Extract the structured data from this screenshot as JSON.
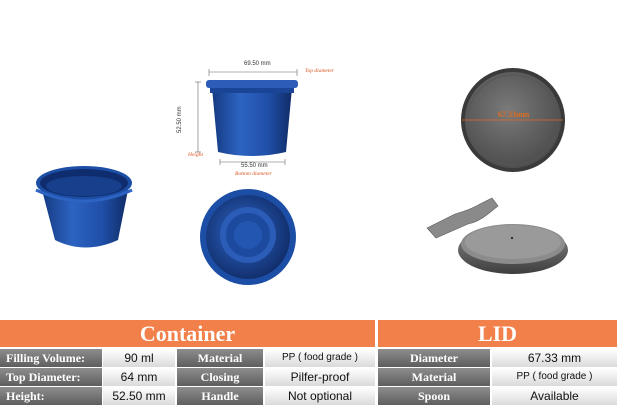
{
  "dimensions": {
    "top_diameter_value": "69.50 mm",
    "top_diameter_label": "Top diameter",
    "height_value": "52.50 mm",
    "height_label": "Height",
    "bottom_diameter_value": "55.50 mm",
    "bottom_diameter_label": "Bottom diameter",
    "lid_diameter_value": "67.33mm"
  },
  "colors": {
    "container_blue": "#1f4fa8",
    "lid_gray": "#6b6b6b",
    "header_orange": "#f2804a"
  },
  "table": {
    "container_title": "Container",
    "lid_title": "LID",
    "rows": [
      {
        "label1": "Filling Volume:",
        "value1": "90 ml",
        "label2": "Material",
        "value2": "PP ( food grade )",
        "label3": "Diameter",
        "value3": "67.33 mm"
      },
      {
        "label1": "Top Diameter:",
        "value1": "64 mm",
        "label2": "Closing",
        "value2": "Pilfer-proof",
        "label3": "Material",
        "value3": "PP ( food grade )"
      },
      {
        "label1": "Height:",
        "value1": "52.50 mm",
        "label2": "Handle",
        "value2": "Not optional",
        "label3": "Spoon",
        "value3": "Available"
      }
    ]
  }
}
